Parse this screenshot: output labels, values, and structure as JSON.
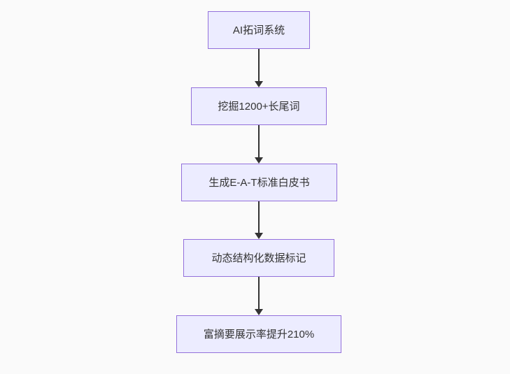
{
  "diagram": {
    "type": "flowchart-top-down",
    "colors": {
      "background": "#fafafa",
      "node_fill": "#ECECFF",
      "node_border": "#9370DB",
      "node_text": "#333333",
      "edge": "#333333"
    },
    "nodes": [
      {
        "id": "step-1",
        "label": "AI拓词系统"
      },
      {
        "id": "step-2",
        "label": "挖掘1200+长尾词"
      },
      {
        "id": "step-3",
        "label": "生成E-A-T标准白皮书"
      },
      {
        "id": "step-4",
        "label": "动态结构化数据标记"
      },
      {
        "id": "step-5",
        "label": "富摘要展示率提升210%"
      }
    ],
    "edges": [
      {
        "from": "step-1",
        "to": "step-2",
        "style": "arrow-down"
      },
      {
        "from": "step-2",
        "to": "step-3",
        "style": "arrow-down"
      },
      {
        "from": "step-3",
        "to": "step-4",
        "style": "arrow-down"
      },
      {
        "from": "step-4",
        "to": "step-5",
        "style": "arrow-down"
      }
    ]
  }
}
